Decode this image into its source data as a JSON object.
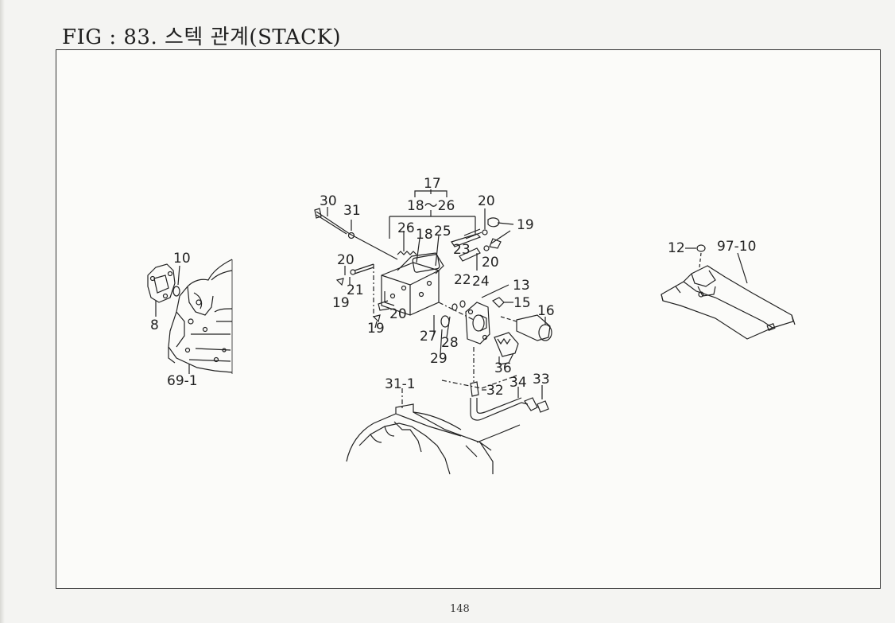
{
  "title": "FIG : 83. 스텍 관계(STACK)",
  "page_number": "148",
  "part_labels": {
    "p17": "17",
    "p18_26": "18～26",
    "p30": "30",
    "p31": "31",
    "p20a": "20",
    "p19a": "19",
    "p26": "26",
    "p18": "18",
    "p25": "25",
    "p23": "23",
    "p20b": "20",
    "p22": "22",
    "p24": "24",
    "p20c": "20",
    "p21": "21",
    "p19b": "19",
    "p20d": "20",
    "p19c": "19",
    "p13": "13",
    "p15": "15",
    "p16": "16",
    "p27": "27",
    "p28": "28",
    "p29": "29",
    "p36": "36",
    "p31_1": "31-1",
    "p32": "32",
    "p34": "34",
    "p33": "33",
    "p10": "10",
    "p8": "8",
    "p69_1": "69-1",
    "p12": "12",
    "p97_10": "97-10"
  }
}
